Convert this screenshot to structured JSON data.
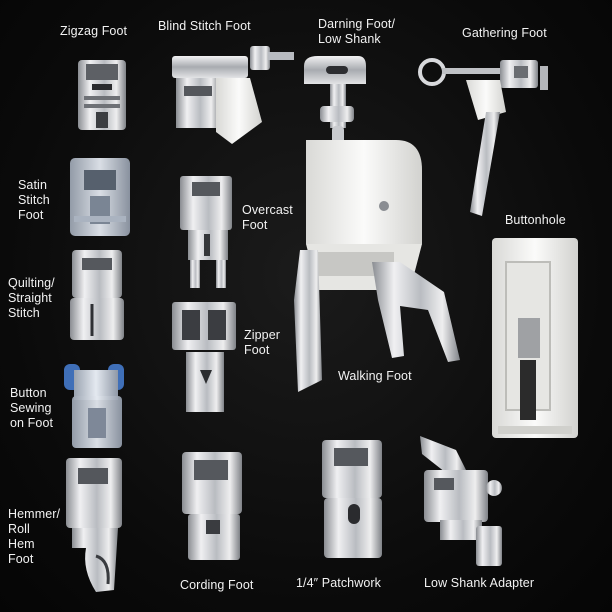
{
  "labels": {
    "zigzag": [
      "Zigzag Foot"
    ],
    "blind_stitch": [
      "Blind Stitch Foot"
    ],
    "darning": [
      "Darning Foot/",
      "Low Shank"
    ],
    "gathering": [
      "Gathering Foot"
    ],
    "satin": [
      "Satin",
      "Stitch",
      "Foot"
    ],
    "overcast": [
      "Overcast",
      "Foot"
    ],
    "buttonhole": [
      "Buttonhole"
    ],
    "quilting": [
      "Quilting/",
      "Straight",
      "Stitch"
    ],
    "zipper": [
      "Zipper",
      "Foot"
    ],
    "walking": [
      "Walking Foot"
    ],
    "button_sewing": [
      "Button",
      "Sewing",
      "on Foot"
    ],
    "hemmer": [
      "Hemmer/",
      "Roll",
      "Hem",
      "Foot"
    ],
    "cording": [
      "Cording Foot"
    ],
    "patchwork": [
      "1/4″ Patchwork"
    ],
    "low_shank_adapter": [
      "Low Shank Adapter"
    ]
  },
  "colors": {
    "background": "#0c0c0c",
    "metal_light": "#e8e8ea",
    "metal_dark": "#7a7d82",
    "plastic_white": "#f3f3f1",
    "clear_plastic": "#c9d2de",
    "blue_accent": "#3f6fb8"
  }
}
